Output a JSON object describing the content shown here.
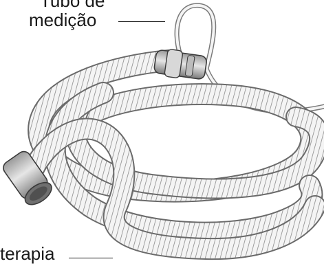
{
  "labels": {
    "measurement_tube_line1": "Tubo de",
    "measurement_tube_line2": "medição",
    "therapy_tube": "terapia"
  }
}
